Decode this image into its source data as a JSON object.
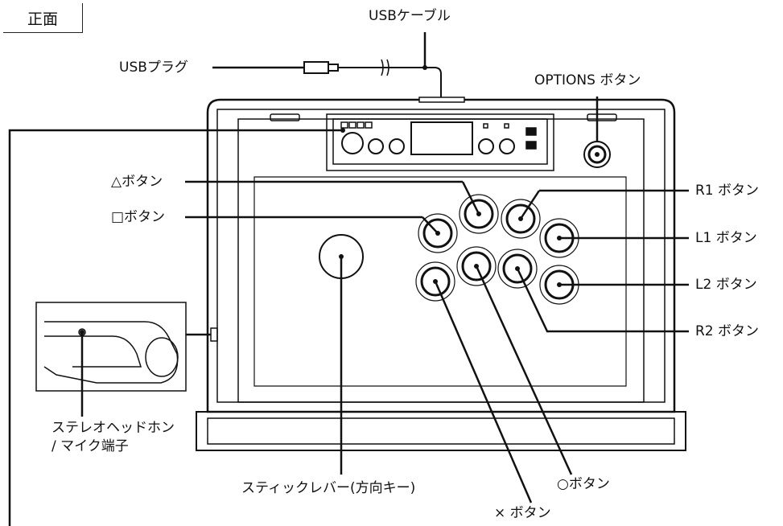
{
  "title_tag": "正面",
  "labels": {
    "usb_cable": "USBケーブル",
    "usb_plug": "USBプラグ",
    "options_button": "OPTIONS ボタン",
    "triangle_button": "△ボタン",
    "square_button": "□ボタン",
    "r1_button": "R1 ボタン",
    "l1_button": "L1 ボタン",
    "l2_button": "L2 ボタン",
    "r2_button": "R2 ボタン",
    "headset_jack_line1": "ステレオヘッドホン",
    "headset_jack_line2": "/ マイク端子",
    "stick_lever": "スティックレバー(方向キー)",
    "circle_button": "○ボタン",
    "cross_button": "× ボタン"
  }
}
